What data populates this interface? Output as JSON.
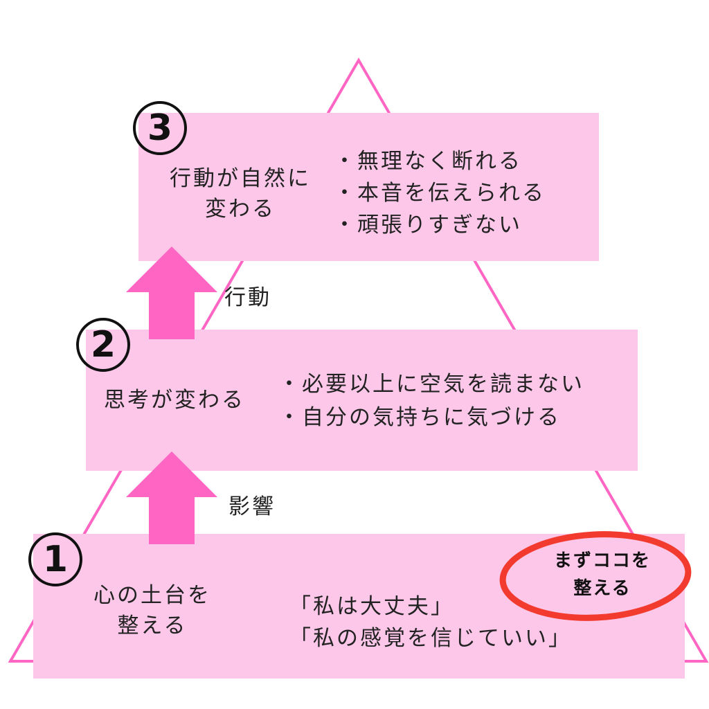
{
  "colors": {
    "triangle": "#ff66c4",
    "box": "#fcc7e8",
    "arrow": "#ff66c4",
    "highlight": "#f33a2f"
  },
  "levels": [
    {
      "number": "1",
      "title_lines": [
        "心の土台を",
        "整える"
      ],
      "points": [
        "「私は大丈夫」",
        "「私の感覚を信じていい」"
      ]
    },
    {
      "number": "2",
      "title_lines": [
        "思考が変わる"
      ],
      "points": [
        "・必要以上に空気を読まない",
        "・自分の気持ちに気づける"
      ]
    },
    {
      "number": "3",
      "title_lines": [
        "行動が自然に",
        "変わる"
      ],
      "points": [
        "・無理なく断れる",
        "・本音を伝えられる",
        "・頑張りすぎない"
      ]
    }
  ],
  "arrows": [
    {
      "label": "影響"
    },
    {
      "label": "行動"
    }
  ],
  "highlight": {
    "lines": [
      "まずココを",
      "整える"
    ]
  }
}
